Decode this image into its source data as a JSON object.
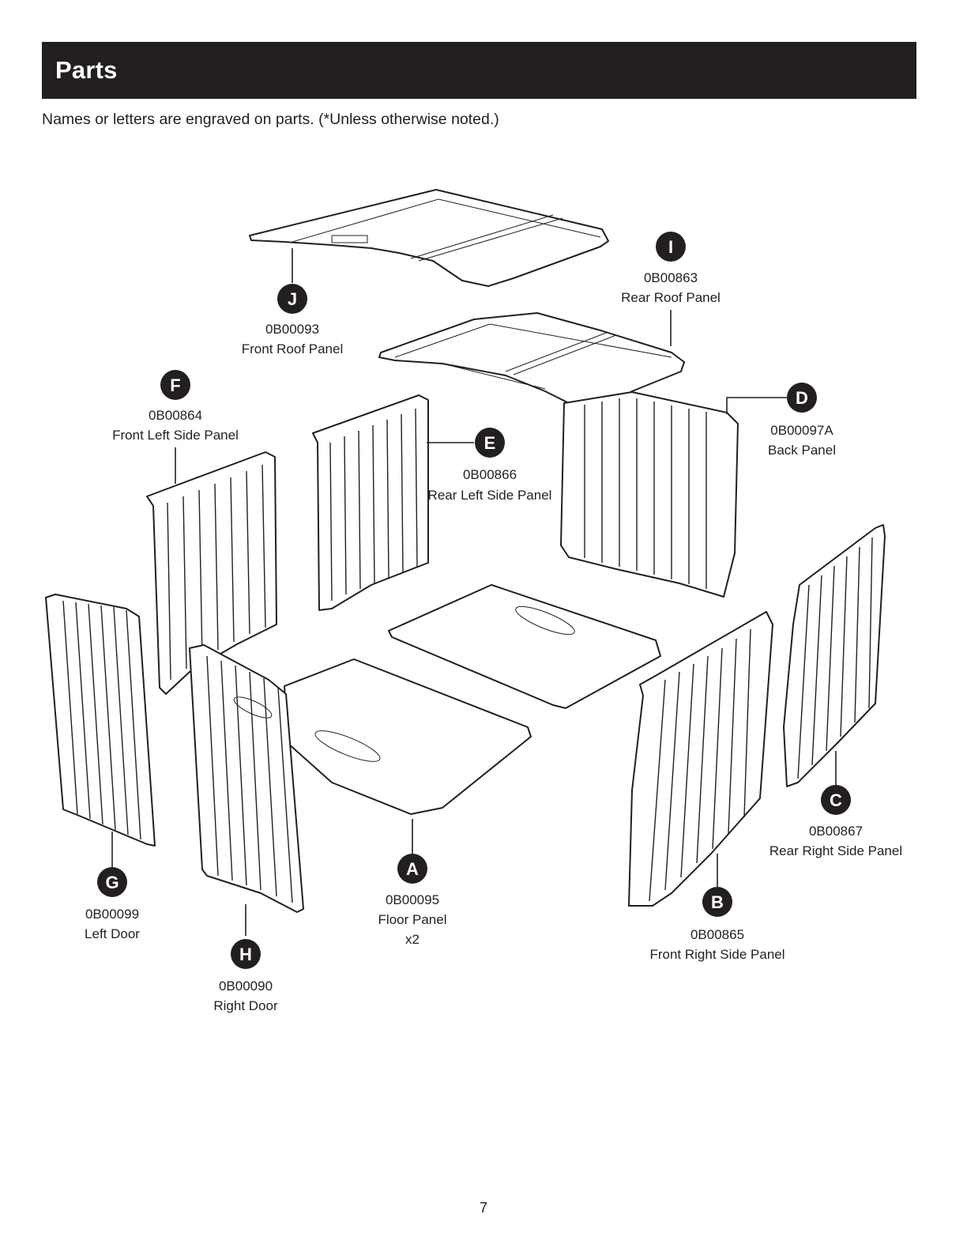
{
  "header": {
    "title": "Parts"
  },
  "subtitle": "Names or letters are engraved on parts. (*Unless otherwise noted.)",
  "page_number": "7",
  "parts": [
    {
      "letter": "J",
      "number": "0B00093",
      "name": "Front Roof Panel"
    },
    {
      "letter": "I",
      "number": "0B00863",
      "name": "Rear Roof Panel"
    },
    {
      "letter": "F",
      "number": "0B00864",
      "name": "Front Left Side Panel"
    },
    {
      "letter": "E",
      "number": "0B00866",
      "name": "Rear Left Side Panel"
    },
    {
      "letter": "D",
      "number": "0B00097A",
      "name": "Back Panel"
    },
    {
      "letter": "C",
      "number": "0B00867",
      "name": "Rear Right Side Panel"
    },
    {
      "letter": "B",
      "number": "0B00865",
      "name": "Front Right Side Panel"
    },
    {
      "letter": "A",
      "number": "0B00095",
      "name": "Floor Panel",
      "qty": "x2"
    },
    {
      "letter": "G",
      "number": "0B00099",
      "name": "Left Door"
    },
    {
      "letter": "H",
      "number": "0B00090",
      "name": "Right Door"
    }
  ],
  "colors": {
    "ink": "#231f20",
    "header_bg": "#231f20",
    "header_text": "#ffffff"
  }
}
